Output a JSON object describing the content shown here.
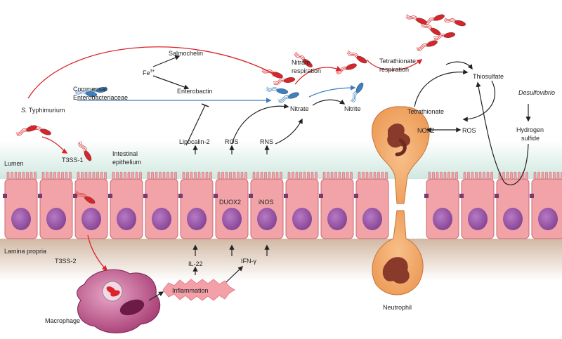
{
  "labels": {
    "s_typhimurium_prefix": "S.",
    "s_typhimurium_rest": " Typhimurium",
    "fe3": "Fe",
    "fe3_sup": "3+",
    "salmochelin": "Salmochelin",
    "enterobactin": "Enterobactin",
    "commensal_line1": "Commensal",
    "commensal_line2": "Enterobacteriaceae",
    "nitrate_resp_line1": "Nitrate",
    "nitrate_resp_line2": "respiration",
    "tetrathionate_resp_line1": "Tetrathionate",
    "tetrathionate_resp_line2": "respiration",
    "thiosulfate": "Thiosulfate",
    "desulfovibrio": "Desulfovibrio",
    "hydrogen_sulfide_line1": "Hydrogen",
    "hydrogen_sulfide_line2": "sulfide",
    "tetrathionate": "Tetrathionate",
    "ros_neutrophil": "ROS",
    "nox2": "NOX2",
    "nitrate": "Nitrate",
    "nitrite": "Nitrite",
    "t3ss1": "T3SS-1",
    "intestinal_line1": "Intestinal",
    "intestinal_line2": "epithelium",
    "lumen": "Lumen",
    "lipocalin2": "Lipocalin-2",
    "ros_cell": "ROS",
    "rns": "RNS",
    "duox2": "DUOX2",
    "inos": "iNOS",
    "lamina_propria": "Lamina propria",
    "t3ss2": "T3SS-2",
    "il22": "IL-22",
    "ifng": "IFN-γ",
    "inflammation": "Inflammation",
    "macrophage": "Macrophage",
    "neutrophil": "Neutrophil"
  },
  "colors": {
    "pathogen_red": "#d9252a",
    "commensal_blue": "#3d7fc1",
    "cell_pink": "#f2a3a8",
    "nucleus_purple": "#9b5aa8",
    "neutrophil_orange": "#f5a96b",
    "macrophage_magenta": "#b0457f",
    "inflammation_pink": "#f4a0a8",
    "lumen_mint": "#d4ebe4",
    "lamina_tan": "#d9c2ad"
  }
}
